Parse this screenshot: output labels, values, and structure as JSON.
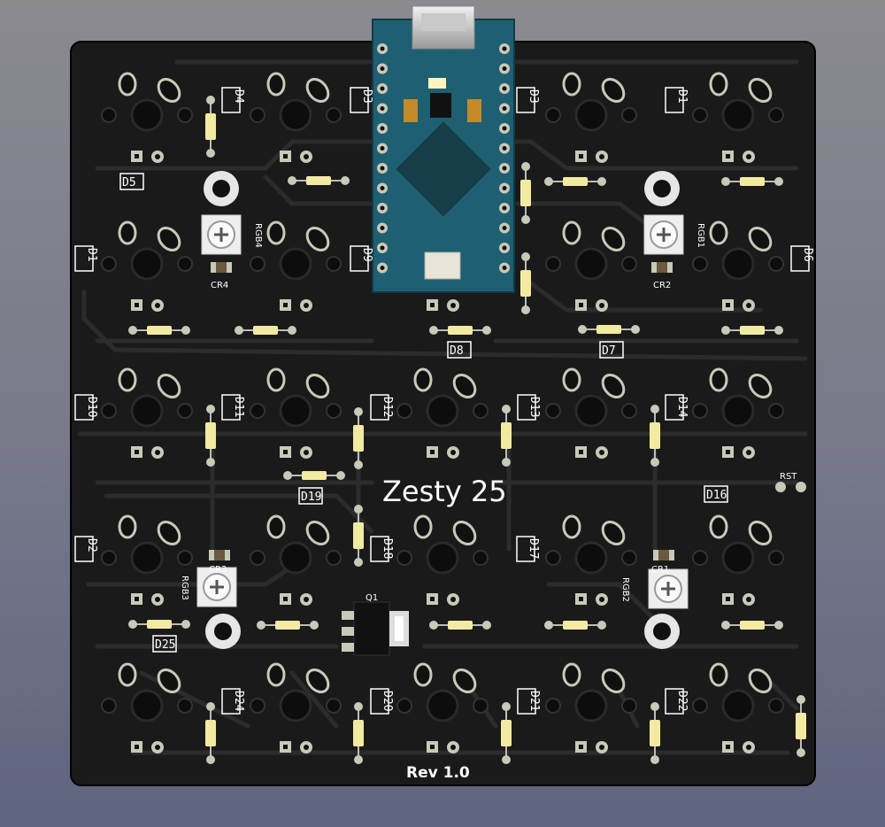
{
  "board": {
    "title": "Zesty 25",
    "revision": "Rev 1.0",
    "reset_label": "RST",
    "transistor_label": "Q1",
    "colors": {
      "pcb": "#1a1a1a",
      "trace": "#2b2b2b",
      "silkscreen": "#ffffff",
      "pad": "#c9c9b9",
      "diode_body": "#f2eaa0",
      "mcu_board": "#1f5f72",
      "background_top": "#8a8a8f",
      "background_bottom": "#5f6480"
    },
    "rgb_labels": [
      "RGB1",
      "RGB2",
      "RGB3",
      "RGB4"
    ],
    "capacitor_labels": [
      "CR1",
      "CR2",
      "CR3",
      "CR4"
    ],
    "diode_labels": [
      "D1",
      "D2",
      "D3",
      "D4",
      "D5",
      "D6",
      "D7",
      "D8",
      "D9",
      "D10",
      "D11",
      "D12",
      "D13",
      "D14",
      "D15",
      "D16",
      "D17",
      "D18",
      "D19",
      "D20",
      "D21",
      "D22",
      "D23",
      "D24",
      "D25"
    ]
  }
}
